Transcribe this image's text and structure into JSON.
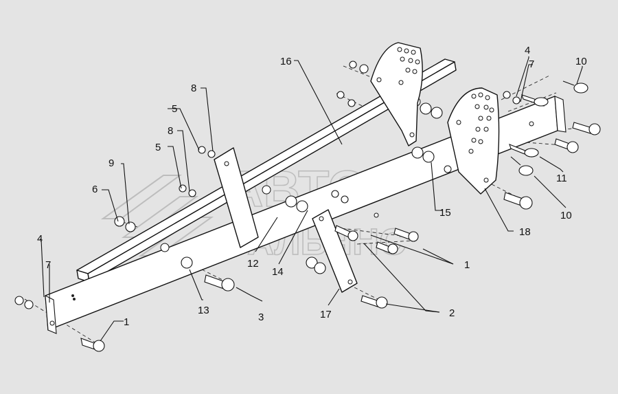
{
  "watermark": {
    "line1": "АВТО",
    "line2": "АЛЬЯНС"
  },
  "callouts": [
    {
      "id": "c1a",
      "label": "1"
    },
    {
      "id": "c1b",
      "label": "1"
    },
    {
      "id": "c2",
      "label": "2"
    },
    {
      "id": "c3",
      "label": "3"
    },
    {
      "id": "c4a",
      "label": "4"
    },
    {
      "id": "c4b",
      "label": "4"
    },
    {
      "id": "c5a",
      "label": "5"
    },
    {
      "id": "c5b",
      "label": "5"
    },
    {
      "id": "c6",
      "label": "6"
    },
    {
      "id": "c7a",
      "label": "7"
    },
    {
      "id": "c7b",
      "label": "7"
    },
    {
      "id": "c8a",
      "label": "8"
    },
    {
      "id": "c8b",
      "label": "8"
    },
    {
      "id": "c9",
      "label": "9"
    },
    {
      "id": "c10a",
      "label": "10"
    },
    {
      "id": "c10b",
      "label": "10"
    },
    {
      "id": "c11",
      "label": "11"
    },
    {
      "id": "c12",
      "label": "12"
    },
    {
      "id": "c13",
      "label": "13"
    },
    {
      "id": "c14",
      "label": "14"
    },
    {
      "id": "c15",
      "label": "15"
    },
    {
      "id": "c16",
      "label": "16"
    },
    {
      "id": "c17",
      "label": "17"
    },
    {
      "id": "c18",
      "label": "18"
    }
  ]
}
